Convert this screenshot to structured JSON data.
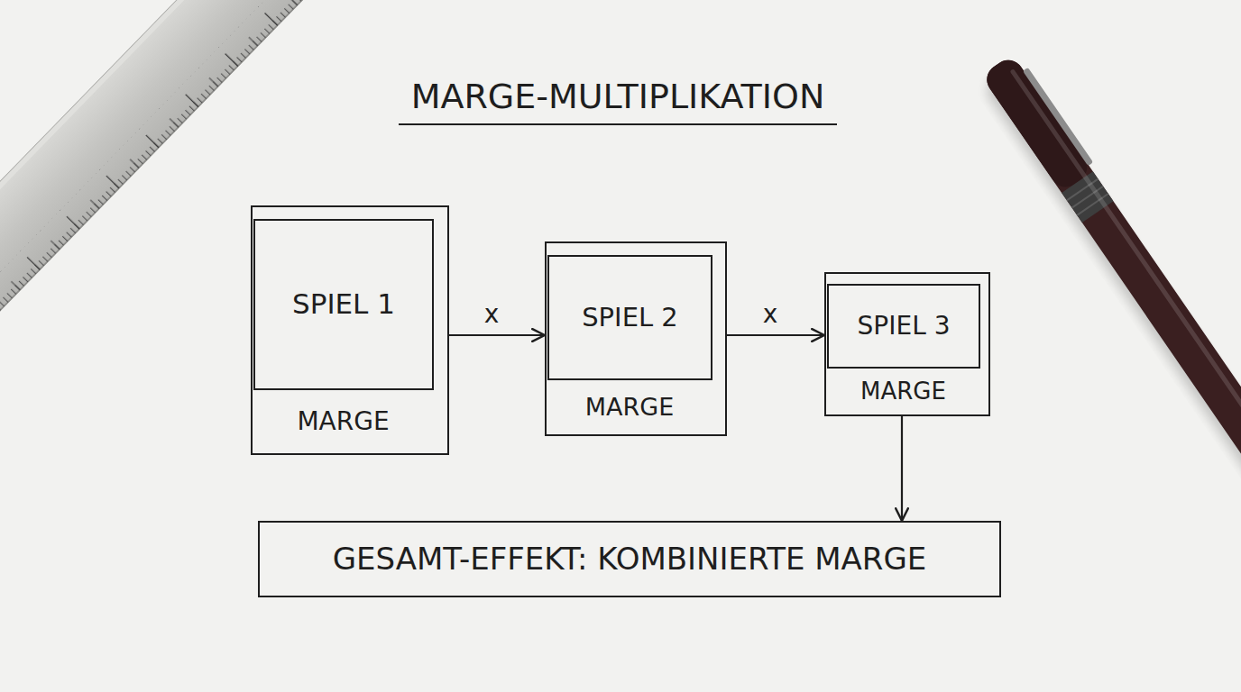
{
  "diagram": {
    "title": "MARGE-MULTIPLIKATION",
    "nodes": [
      {
        "text": [
          "SPIEL 1",
          "MARGE"
        ]
      },
      {
        "text": [
          "SPIEL 2",
          "MARGE"
        ]
      },
      {
        "text": [
          "SPIEL 3",
          "MARGE"
        ]
      },
      {
        "text": [
          "GESAMT-EFFEKT: KOMBINIERTE MARGE"
        ]
      }
    ],
    "edges": [
      {
        "from": 0,
        "to": 1,
        "arrow": "to",
        "label": "x"
      },
      {
        "from": 1,
        "to": 2,
        "arrow": "to",
        "label": "x"
      },
      {
        "from": 2,
        "to": 3,
        "arrow": "to"
      }
    ]
  }
}
